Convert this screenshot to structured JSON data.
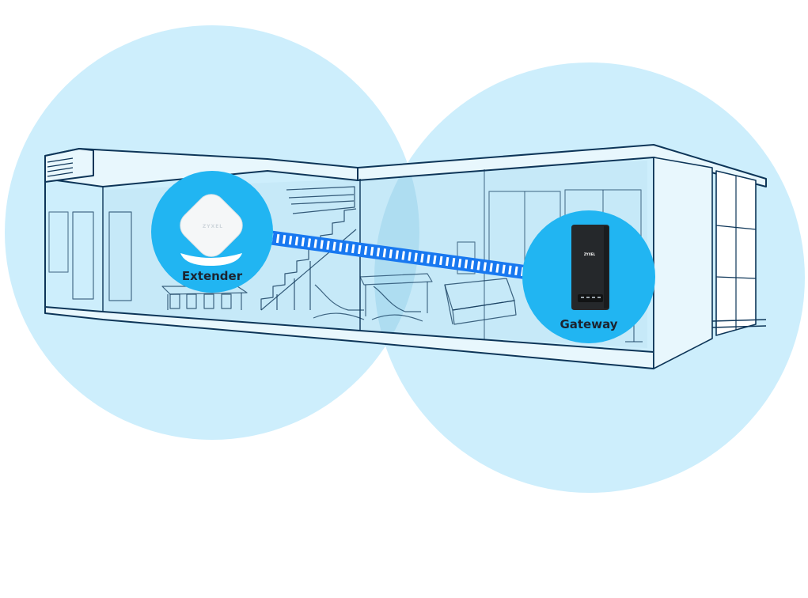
{
  "nodes": {
    "extender": {
      "label": "Extender",
      "brand": "ZYXEL"
    },
    "gateway": {
      "label": "Gateway",
      "brand": "ZYXEL"
    }
  },
  "colors": {
    "coverage": "#cdeefc",
    "device_halo": "#21b5f2",
    "link": "#1878f0",
    "house_line": "#0d3558",
    "background": "#ffffff"
  }
}
